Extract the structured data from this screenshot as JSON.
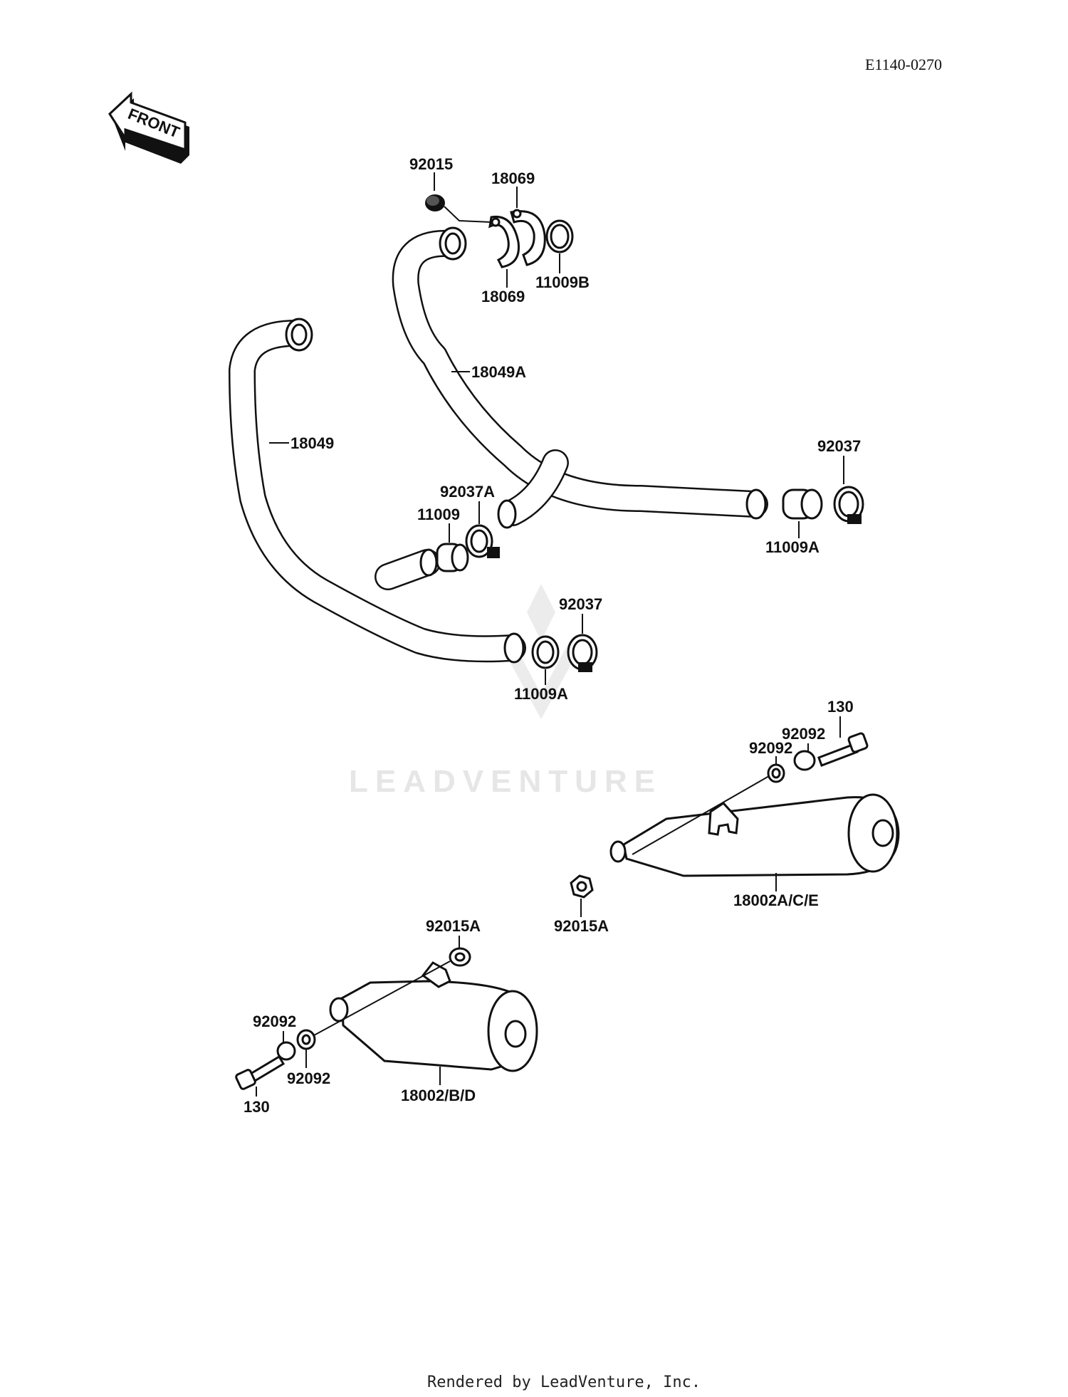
{
  "diagram_code": "E1140-0270",
  "direction_tag": "FRONT",
  "watermark": "LEADVENTURE",
  "footer": "Rendered by LeadVenture, Inc.",
  "labels": {
    "p92015": "92015",
    "p18069_top": "18069",
    "p18069_bottom": "18069",
    "p11009B": "11009B",
    "p18049A": "18049A",
    "p18049": "18049",
    "p92037_right": "92037",
    "p92037A": "92037A",
    "p11009": "11009",
    "p11009A_right": "11009A",
    "p92037_mid": "92037",
    "p11009A_mid": "11009A",
    "p130_right": "130",
    "p92092_right_upper": "92092",
    "p92092_right_lower": "92092",
    "p18002ACE": "18002A/C/E",
    "p92015A_right": "92015A",
    "p92015A_left": "92015A",
    "p92092_left_upper": "92092",
    "p92092_left_lower": "92092",
    "p130_left": "130",
    "p18002BD": "18002/B/D"
  }
}
